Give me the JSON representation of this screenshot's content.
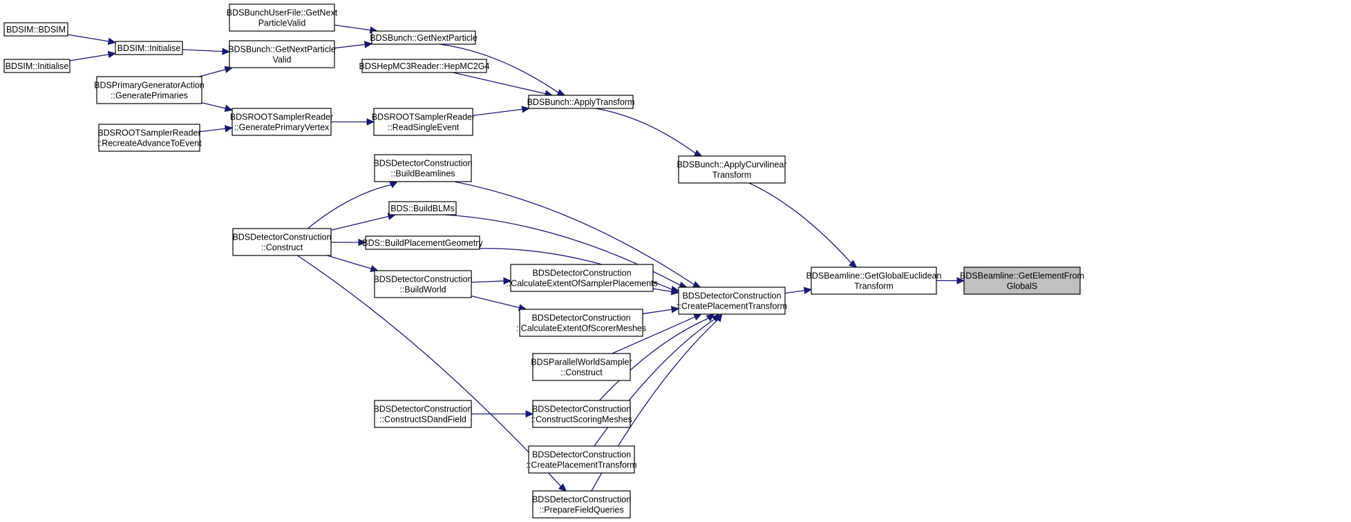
{
  "graph": {
    "colors": {
      "edge": "#191970",
      "node_border": "#000000",
      "root_fill": "#bfbfbf",
      "node_fill": "#ffffff"
    },
    "nodes": [
      {
        "id": "bdsim_ctor",
        "lines": [
          "BDSIM::BDSIM"
        ]
      },
      {
        "id": "bdsim_init_a",
        "lines": [
          "BDSIM::Initialise"
        ]
      },
      {
        "id": "bdsim_init_b",
        "lines": [
          "BDSIM::Initialise"
        ]
      },
      {
        "id": "bunch_userfile",
        "lines": [
          "BDSBunchUserFile::GetNext",
          "ParticleValid"
        ]
      },
      {
        "id": "bunch_getnext_valid",
        "lines": [
          "BDSBunch::GetNextParticle",
          "Valid"
        ]
      },
      {
        "id": "bunch_getnext",
        "lines": [
          "BDSBunch::GetNextParticle"
        ]
      },
      {
        "id": "primary_gen",
        "lines": [
          "BDSPrimaryGeneratorAction",
          "::GeneratePrimaries"
        ]
      },
      {
        "id": "hepmc3",
        "lines": [
          "BDSHepMC3Reader::HepMC2G4"
        ]
      },
      {
        "id": "root_sampler_genvertex",
        "lines": [
          "BDSROOTSamplerReader",
          "::GeneratePrimaryVertex"
        ]
      },
      {
        "id": "root_sampler_recreate",
        "lines": [
          "BDSROOTSamplerReader",
          "::RecreateAdvanceToEvent"
        ]
      },
      {
        "id": "root_sampler_readsingle",
        "lines": [
          "BDSROOTSamplerReader",
          "::ReadSingleEvent"
        ]
      },
      {
        "id": "apply_transform",
        "lines": [
          "BDSBunch::ApplyTransform"
        ]
      },
      {
        "id": "apply_curvilinear",
        "lines": [
          "BDSBunch::ApplyCurvilinear",
          "Transform"
        ]
      },
      {
        "id": "build_beamlines",
        "lines": [
          "BDSDetectorConstruction",
          "::BuildBeamlines"
        ]
      },
      {
        "id": "build_blms",
        "lines": [
          "BDS::BuildBLMs"
        ]
      },
      {
        "id": "construct",
        "lines": [
          "BDSDetectorConstruction",
          "::Construct"
        ]
      },
      {
        "id": "build_placement_geom",
        "lines": [
          "BDS::BuildPlacementGeometry"
        ]
      },
      {
        "id": "build_world",
        "lines": [
          "BDSDetectorConstruction",
          "::BuildWorld"
        ]
      },
      {
        "id": "calc_sampler",
        "lines": [
          "BDSDetectorConstruction",
          "::CalculateExtentOfSamplerPlacements"
        ]
      },
      {
        "id": "calc_scorer",
        "lines": [
          "BDSDetectorConstruction",
          "::CalculateExtentOfScorerMeshes"
        ]
      },
      {
        "id": "create_placement_main",
        "lines": [
          "BDSDetectorConstruction",
          "::CreatePlacementTransform"
        ]
      },
      {
        "id": "parallel_world",
        "lines": [
          "BDSParallelWorldSampler",
          "::Construct"
        ]
      },
      {
        "id": "construct_sd",
        "lines": [
          "BDSDetectorConstruction",
          "::ConstructSDandField"
        ]
      },
      {
        "id": "construct_scoring",
        "lines": [
          "BDSDetectorConstruction",
          "::ConstructScoringMeshes"
        ]
      },
      {
        "id": "create_placement_self",
        "lines": [
          "BDSDetectorConstruction",
          "::CreatePlacementTransform"
        ]
      },
      {
        "id": "prepare_field",
        "lines": [
          "BDSDetectorConstruction",
          "::PrepareFieldQueries"
        ]
      },
      {
        "id": "global_euclid",
        "lines": [
          "BDSBeamline::GetGlobalEuclidean",
          "Transform"
        ]
      },
      {
        "id": "get_element_from_s",
        "lines": [
          "BDSBeamline::GetElementFrom",
          "GlobalS"
        ],
        "root": true
      }
    ],
    "edges": [
      [
        "bdsim_ctor",
        "bdsim_init_a"
      ],
      [
        "bdsim_init_b",
        "bdsim_init_a"
      ],
      [
        "bdsim_init_a",
        "bunch_getnext_valid"
      ],
      [
        "primary_gen",
        "bunch_getnext_valid"
      ],
      [
        "bunch_userfile",
        "bunch_getnext"
      ],
      [
        "bunch_getnext_valid",
        "bunch_getnext"
      ],
      [
        "primary_gen",
        "root_sampler_genvertex"
      ],
      [
        "root_sampler_recreate",
        "root_sampler_genvertex"
      ],
      [
        "root_sampler_genvertex",
        "root_sampler_readsingle"
      ],
      [
        "bunch_getnext",
        "apply_transform"
      ],
      [
        "hepmc3",
        "apply_transform"
      ],
      [
        "root_sampler_readsingle",
        "apply_transform"
      ],
      [
        "apply_transform",
        "apply_curvilinear"
      ],
      [
        "apply_curvilinear",
        "global_euclid"
      ],
      [
        "construct",
        "build_beamlines"
      ],
      [
        "construct",
        "build_blms"
      ],
      [
        "construct",
        "build_placement_geom"
      ],
      [
        "construct",
        "build_world"
      ],
      [
        "construct",
        "prepare_field"
      ],
      [
        "build_world",
        "calc_sampler"
      ],
      [
        "build_world",
        "calc_scorer"
      ],
      [
        "build_beamlines",
        "create_placement_main"
      ],
      [
        "build_blms",
        "create_placement_main"
      ],
      [
        "build_placement_geom",
        "create_placement_main"
      ],
      [
        "calc_sampler",
        "create_placement_main"
      ],
      [
        "calc_scorer",
        "create_placement_main"
      ],
      [
        "parallel_world",
        "create_placement_main"
      ],
      [
        "construct_scoring",
        "create_placement_main"
      ],
      [
        "create_placement_self",
        "create_placement_main"
      ],
      [
        "prepare_field",
        "create_placement_main"
      ],
      [
        "construct_sd",
        "construct_scoring"
      ],
      [
        "create_placement_main",
        "global_euclid"
      ],
      [
        "global_euclid",
        "get_element_from_s"
      ]
    ]
  }
}
